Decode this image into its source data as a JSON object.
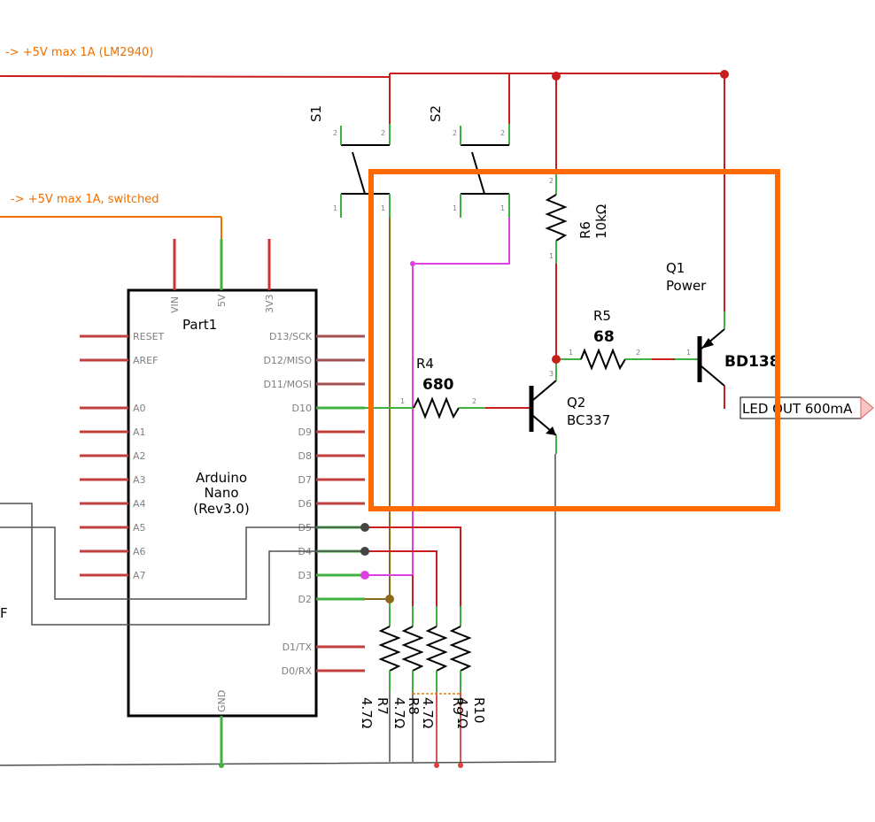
{
  "nets": {
    "supply": "-> +5V max 1A (LM2940)",
    "switched": "-> +5V max 1A, switched",
    "led_out": "LED OUT 600mA"
  },
  "misc": {
    "cut_label": "F"
  },
  "pins": {
    "one": "1",
    "two": "2",
    "three": "3"
  },
  "arduino": {
    "part": "Part1",
    "name1": "Arduino",
    "name2": "Nano",
    "name3": "(Rev3.0)",
    "top_pins": [
      "VIN",
      "5V",
      "3V3"
    ],
    "bottom_pin": "GND",
    "left_pins": [
      "RESET",
      "AREF",
      "A0",
      "A1",
      "A2",
      "A3",
      "A4",
      "A5",
      "A6",
      "A7"
    ],
    "right_pins": [
      "D13/SCK",
      "D12/MISO",
      "D11/MOSI",
      "D10",
      "D9",
      "D8",
      "D7",
      "D6",
      "D5",
      "D4",
      "D3",
      "D2",
      "D1/TX",
      "D0/RX"
    ]
  },
  "components": {
    "s1": {
      "name": "S1"
    },
    "s2": {
      "name": "S2"
    },
    "r6": {
      "name": "R6",
      "value": "10kΩ"
    },
    "r4": {
      "name": "R4",
      "value": "680"
    },
    "r5": {
      "name": "R5",
      "value": "68"
    },
    "q2": {
      "name": "Q2",
      "part": "BC337"
    },
    "q1": {
      "name": "Q1",
      "role": "Power",
      "part": "BD138"
    },
    "r7": {
      "name": "R7",
      "value": "4.7Ω"
    },
    "r8": {
      "name": "R8",
      "value": "4.7Ω"
    },
    "r9": {
      "name": "R9",
      "value": "4.7Ω"
    },
    "r10": {
      "name": "R10",
      "value": "4.7Ω"
    }
  },
  "colors": {
    "wire_power": "#c81e1e",
    "wire_ok": "#40b040",
    "net_label": "#f07000",
    "highlight": "#ff6a00",
    "wire_s1": "#8b6a1e",
    "wire_s2": "#e040e0",
    "wire_ground": "#505050"
  }
}
